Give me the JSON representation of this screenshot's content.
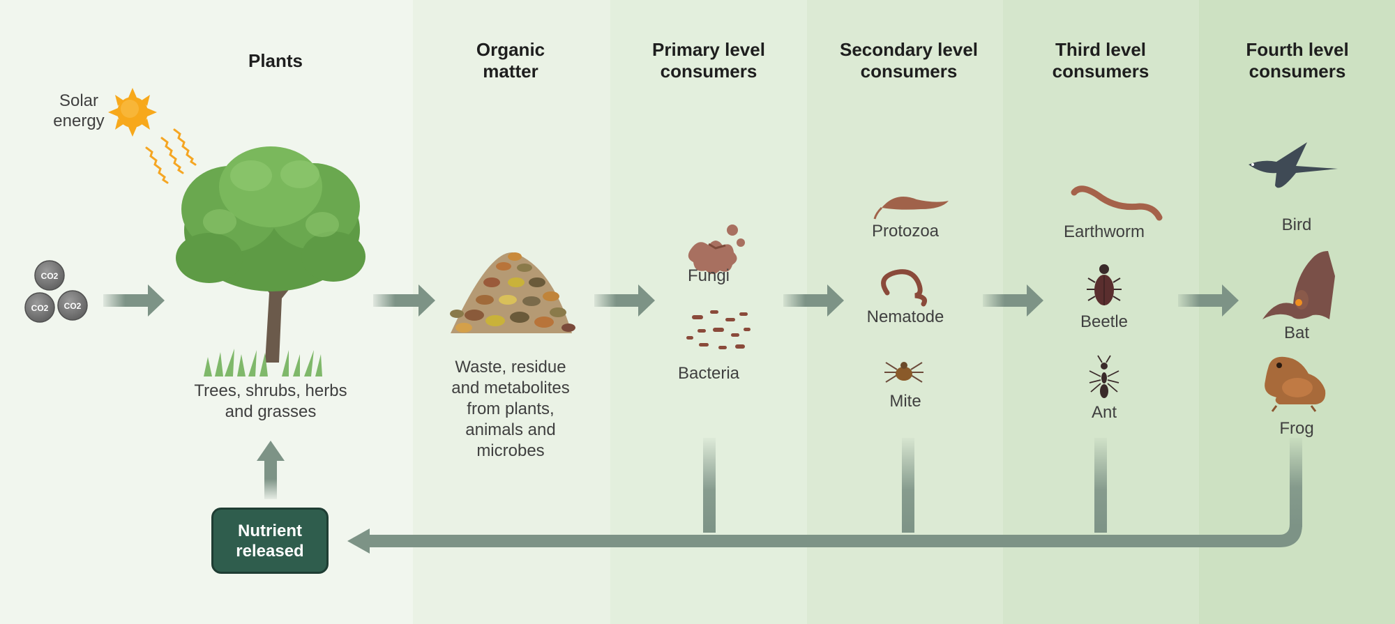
{
  "columns": [
    {
      "id": "plants",
      "header": "Plants",
      "subtitle": "Trees, shrubs, herbs\nand grasses",
      "fill": "#f1f6ee"
    },
    {
      "id": "organic",
      "header": "Organic\nmatter",
      "subtitle": "Waste, residue\nand metabolites\nfrom plants,\nanimals and\nmicrobes",
      "fill": "#eaf2e5"
    },
    {
      "id": "primary",
      "header": "Primary level\nconsumers",
      "organisms": [
        "Fungi",
        "Bacteria"
      ],
      "fill": "#e3efdd"
    },
    {
      "id": "secondary",
      "header": "Secondary level\nconsumers",
      "organisms": [
        "Protozoa",
        "Nematode",
        "Mite"
      ],
      "fill": "#dcead4"
    },
    {
      "id": "third",
      "header": "Third level\nconsumers",
      "organisms": [
        "Earthworm",
        "Beetle",
        "Ant"
      ],
      "fill": "#d5e6cc"
    },
    {
      "id": "fourth",
      "header": "Fourth level\nconsumers",
      "organisms": [
        "Bird",
        "Bat",
        "Frog"
      ],
      "fill": "#cde1c2"
    }
  ],
  "solar": {
    "label": "Solar\nenergy"
  },
  "co2": {
    "label": "CO2"
  },
  "nutrient": {
    "label": "Nutrient\nreleased"
  },
  "colors": {
    "arrow": "#7d9386",
    "nutrient_box": "#2f5d4d",
    "sun": "#f7a81b",
    "ray": "#f5a623",
    "tree": "#6aa84f",
    "trunk": "#6b5a4b"
  }
}
